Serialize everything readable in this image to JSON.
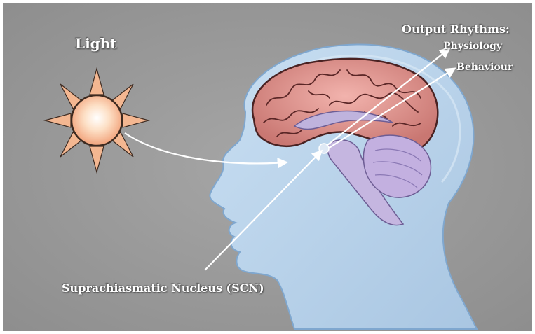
{
  "labels": {
    "light": "Light",
    "output_title": "Output Rhythms:",
    "physiology": "Physiology",
    "behaviour": "Behaviour",
    "scn": "Suprachiasmatic Nucleus (SCN)"
  },
  "colors": {
    "background": "#9a9a9a",
    "head_fill": "#b9d3ea",
    "head_outline": "#8fb3d6",
    "brain": "#d98a86",
    "brain_gyri": "#5c2a2a",
    "cerebellum": "#b9a6d6",
    "sun_core": "#fbd2b0",
    "sun_rays": "#f3b48e",
    "arrows": "#ffffff"
  }
}
